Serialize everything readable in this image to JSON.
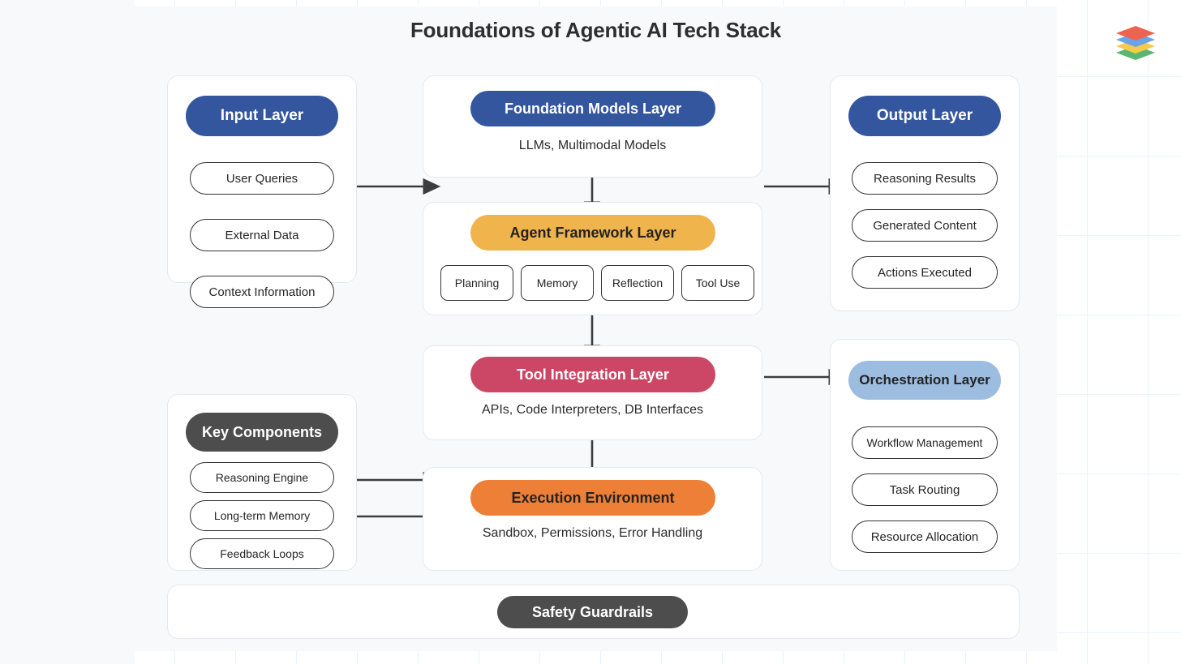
{
  "diagram": {
    "title": "Foundations of Agentic AI Tech Stack"
  },
  "colors": {
    "navy": "#33569e",
    "amber": "#f0b44c",
    "crimson": "#cc4766",
    "orange": "#ed8036",
    "steel_blue": "#9cbde0",
    "charcoal": "#4d4d4d",
    "arrow": "#3d3d3d",
    "canvas_bg": "#f8f9fb",
    "panel_border": "#e6e8eb",
    "grid_line": "#eaf2fb"
  },
  "panels": {
    "input": {
      "header": "Input Layer",
      "items": [
        "User Queries",
        "External Data",
        "Context Information"
      ]
    },
    "key_components": {
      "header": "Key Components",
      "items": [
        "Reasoning Engine",
        "Long-term Memory",
        "Feedback Loops"
      ]
    },
    "foundation_models": {
      "header": "Foundation Models Layer",
      "description": "LLMs, Multimodal Models"
    },
    "agent_framework": {
      "header": "Agent Framework Layer",
      "capabilities": [
        "Planning",
        "Memory",
        "Reflection",
        "Tool Use"
      ]
    },
    "tool_integration": {
      "header": "Tool Integration Layer",
      "description": "APIs, Code Interpreters, DB Interfaces"
    },
    "execution_environment": {
      "header": "Execution Environment",
      "description": "Sandbox, Permissions, Error Handling"
    },
    "output": {
      "header": "Output Layer",
      "items": [
        "Reasoning Results",
        "Generated Content",
        "Actions Executed"
      ]
    },
    "orchestration": {
      "header": "Orchestration Layer",
      "items": [
        "Workflow Management",
        "Task Routing",
        "Resource Allocation"
      ]
    },
    "safety": {
      "header": "Safety Guardrails"
    }
  },
  "logo": {
    "name": "stacked-layers-logo",
    "layer_colors": [
      "#e8412a",
      "#4a90e2",
      "#f5c026",
      "#34a853"
    ]
  }
}
